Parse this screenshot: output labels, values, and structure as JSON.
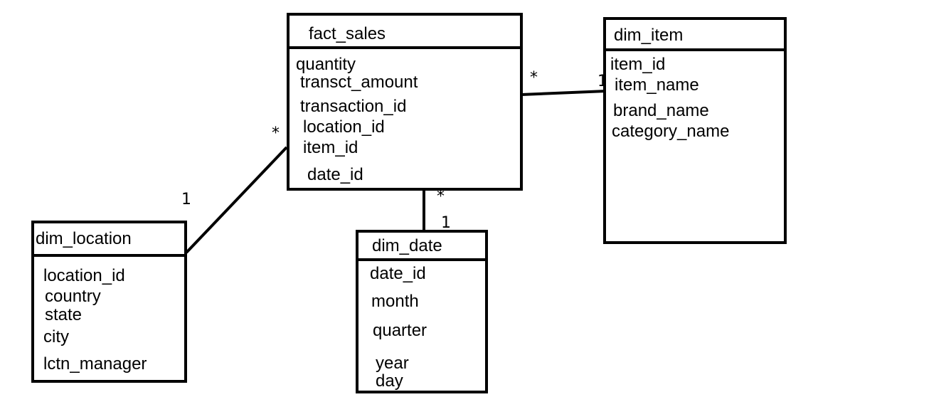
{
  "entities": {
    "fact_sales": {
      "title": "fact_sales",
      "attributes": [
        "quantity",
        "transct_amount",
        "transaction_id",
        "location_id",
        "item_id",
        "date_id"
      ]
    },
    "dim_item": {
      "title": "dim_item",
      "attributes": [
        "item_id",
        "item_name",
        "brand_name",
        "category_name"
      ]
    },
    "dim_location": {
      "title": "dim_location",
      "attributes": [
        "location_id",
        "country",
        "state",
        "city",
        "lctn_manager"
      ]
    },
    "dim_date": {
      "title": "dim_date",
      "attributes": [
        "date_id",
        "month",
        "quarter",
        "year",
        "day"
      ]
    }
  },
  "relationships": [
    {
      "from": "fact_sales",
      "to": "dim_item",
      "from_card": "*",
      "to_card": "1"
    },
    {
      "from": "fact_sales",
      "to": "dim_location",
      "from_card": "*",
      "to_card": "1"
    },
    {
      "from": "fact_sales",
      "to": "dim_date",
      "from_card": "*",
      "to_card": "1"
    }
  ]
}
